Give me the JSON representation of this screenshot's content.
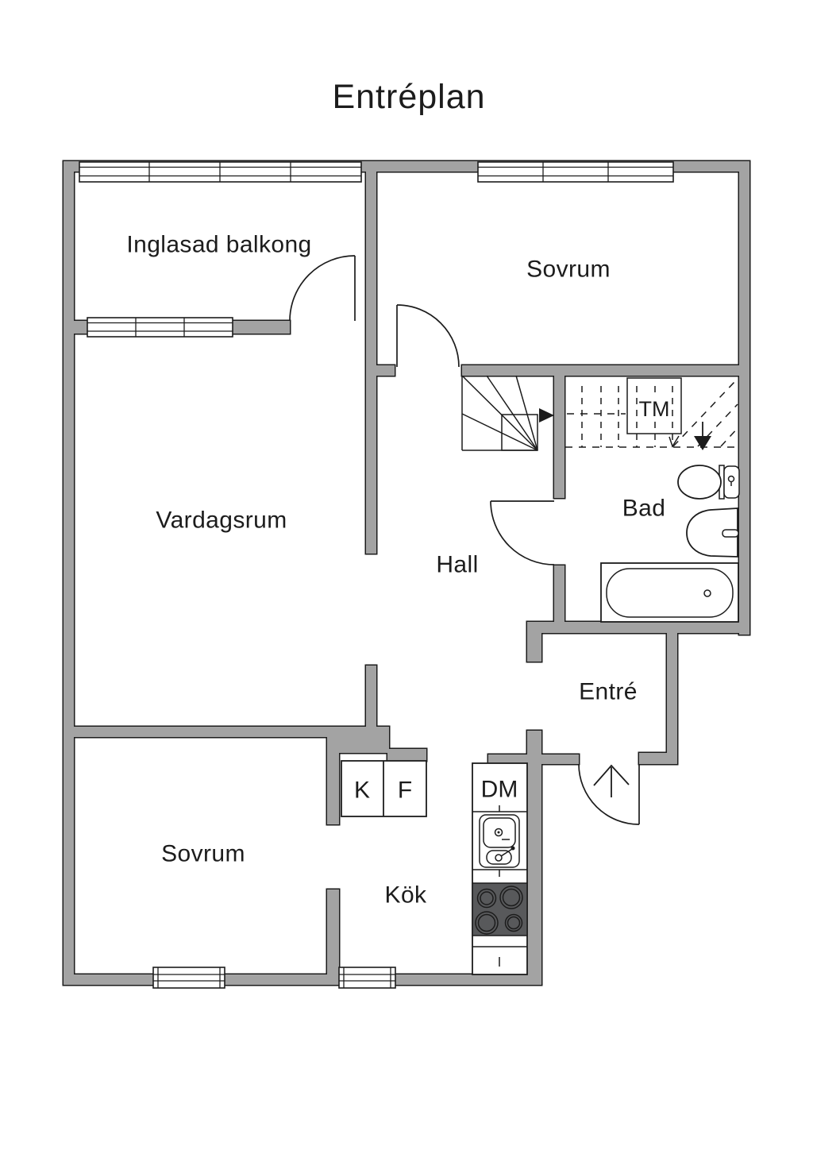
{
  "title": "Entréplan",
  "rooms": {
    "balcony": "Inglasad balkong",
    "bedroom_top": "Sovrum",
    "living_room": "Vardagsrum",
    "hall": "Hall",
    "bathroom": "Bad",
    "entry": "Entré",
    "bedroom_bottom": "Sovrum",
    "kitchen": "Kök"
  },
  "appliances": {
    "fridge": "K",
    "freezer": "F",
    "dishwasher": "DM",
    "washing_machine": "TM"
  },
  "colors": {
    "wall_fill": "#a3a3a3",
    "outline": "#1c1c1c",
    "stove_fill": "#58595b",
    "background": "#ffffff"
  }
}
